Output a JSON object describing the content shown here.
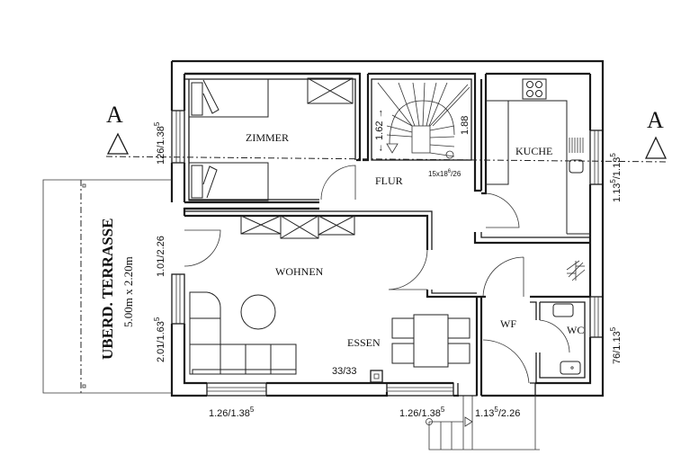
{
  "plan": {
    "rooms": {
      "zimmer": "ZIMMER",
      "flur": "FLUR",
      "kueche": "KUCHE",
      "wohnen": "WOHNEN",
      "essen": "ESSEN",
      "wf": "WF",
      "wc": "WC"
    },
    "terrace": {
      "title": "UBERD.  TERRASSE",
      "size": "5.00m x 2.20m"
    },
    "section_markers": {
      "left_letter": "A",
      "right_letter": "A"
    },
    "stair": {
      "dim_left": "← 1.62 →",
      "dim_right": "1.88",
      "spec_base": "15x18",
      "spec_sup": "6",
      "spec_tail": "/26"
    },
    "chimney": "33/33",
    "dimensions": {
      "zimmer_window": {
        "base": "126/1.38",
        "sup": "5"
      },
      "kitchen_window": {
        "a": "1.13",
        "a_sup": "5",
        "b": "/1.13",
        "b_sup": "5"
      },
      "wohnen_door": "1.01/2.26",
      "wohnen_window_left": {
        "base": "2.01/1.63",
        "sup": "5"
      },
      "wc_window": {
        "base": "76/1.13",
        "sup": "5"
      },
      "bottom_window_left": {
        "base": "1.26/1.38",
        "sup": "5"
      },
      "bottom_window_right": {
        "base": "1.26/1.38",
        "sup": "5"
      },
      "entrance_door": {
        "a": "1.13",
        "a_sup": "5",
        "b": "/2.26"
      }
    },
    "colors": {
      "line": "#1a1a1a",
      "background": "#ffffff"
    }
  }
}
